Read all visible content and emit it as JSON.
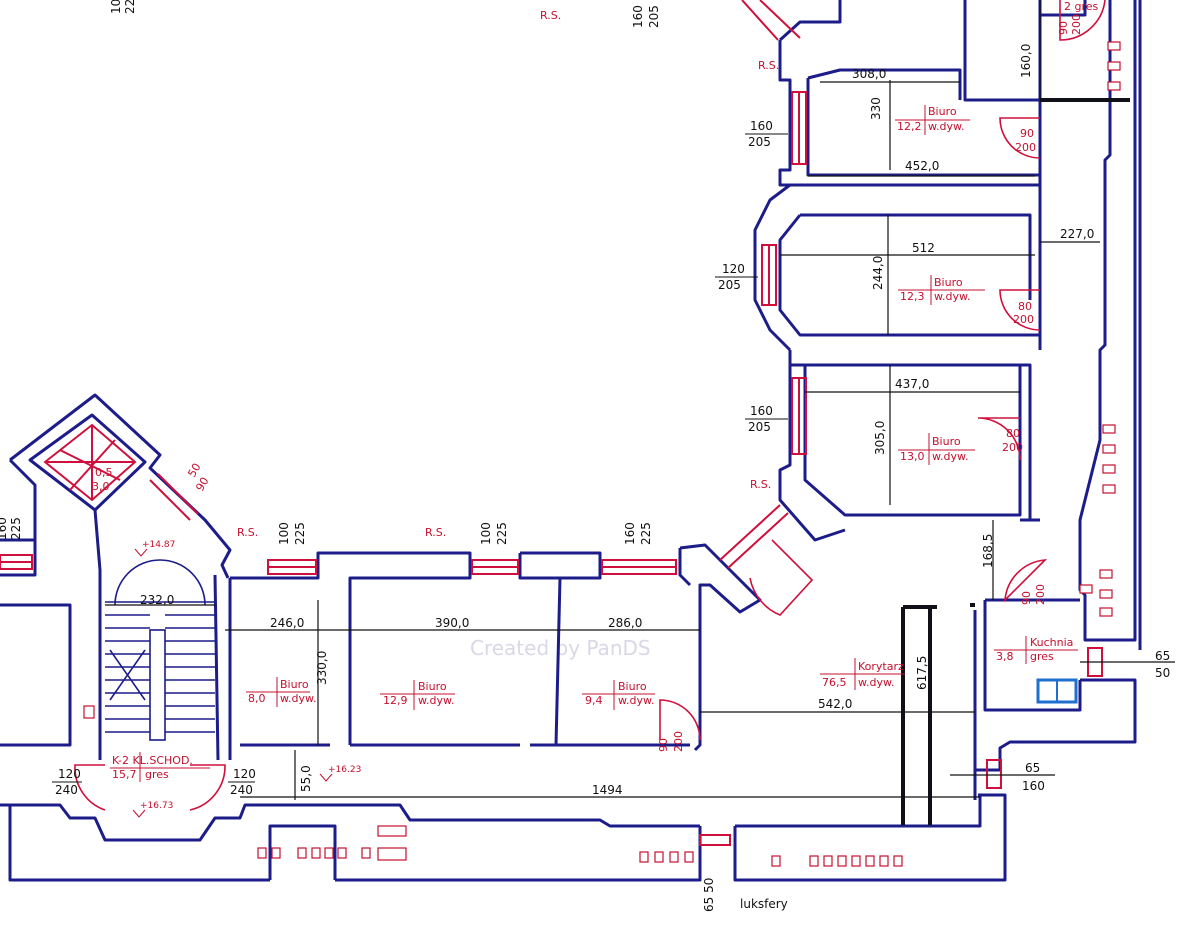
{
  "watermark": "Created by PanDS",
  "rooms": [
    {
      "id": "r1",
      "name": "Biuro",
      "area": "12,2",
      "floor": "w.dyw."
    },
    {
      "id": "r2",
      "name": "Biuro",
      "area": "12,3",
      "floor": "w.dyw."
    },
    {
      "id": "r3",
      "name": "Biuro",
      "area": "13,0",
      "floor": "w.dyw."
    },
    {
      "id": "r4",
      "name": "Biuro",
      "area": "8,0",
      "floor": "w.dyw."
    },
    {
      "id": "r5",
      "name": "Biuro",
      "area": "12,9",
      "floor": "w.dyw."
    },
    {
      "id": "r6",
      "name": "Biuro",
      "area": "9,4",
      "floor": "w.dyw."
    },
    {
      "id": "r7",
      "name": "Korytarz",
      "area": "76,5",
      "floor": "w.dyw."
    },
    {
      "id": "r8",
      "name": "Kuchnia",
      "area": "3,8",
      "floor": "gres"
    },
    {
      "id": "r9",
      "name": "K-2 KL.SCHOD.",
      "area": "15,7",
      "floor": "gres"
    }
  ],
  "dimensions": [
    "308,0",
    "330",
    "452,0",
    "227,0",
    "512",
    "244,0",
    "437,0",
    "305,0",
    "168,5",
    "232,0",
    "246,0",
    "390,0",
    "286,0",
    "330,0",
    "542,0",
    "617,5",
    "1494",
    "55,0",
    "160,0"
  ],
  "window_sizes": [
    {
      "top": "160",
      "bottom": "205"
    },
    {
      "top": "120",
      "bottom": "205"
    },
    {
      "top": "160",
      "bottom": "205"
    },
    {
      "top": "100",
      "bottom": "225"
    },
    {
      "top": "100",
      "bottom": "225"
    },
    {
      "top": "160",
      "bottom": "225"
    },
    {
      "top": "160",
      "bottom": "205"
    },
    {
      "top": "65",
      "bottom": "50"
    },
    {
      "top": "65",
      "bottom": "160"
    },
    {
      "top": "120",
      "bottom": "240"
    },
    {
      "top": "120",
      "bottom": "240"
    },
    {
      "top": "100",
      "bottom": "225"
    },
    {
      "top": "160",
      "bottom": "225"
    }
  ],
  "door_sizes": [
    {
      "top": "90",
      "bottom": "200"
    },
    {
      "top": "80",
      "bottom": "200"
    },
    {
      "top": "80",
      "bottom": "200"
    },
    {
      "top": "90",
      "bottom": "200"
    },
    {
      "top": "90",
      "bottom": "200"
    },
    {
      "top": "90",
      "bottom": "200"
    },
    {
      "top": "50",
      "bottom": "90"
    }
  ],
  "rs_labels": [
    "R.S.",
    "R.S.",
    "R.S.",
    "R.S.",
    "R.S."
  ],
  "elevations": [
    "+14.87",
    "+16.73",
    "+16.23"
  ],
  "elevator": {
    "top": "0,5",
    "bottom": "3,0"
  },
  "misc_labels": {
    "luksfery": "luksfery",
    "corner_partial": "2 gres",
    "luks_dims": "65 50"
  },
  "colors": {
    "wall": "#1c1c8a",
    "window": "#d0103c",
    "text": "#111111",
    "sink": "#1e6fd0"
  }
}
